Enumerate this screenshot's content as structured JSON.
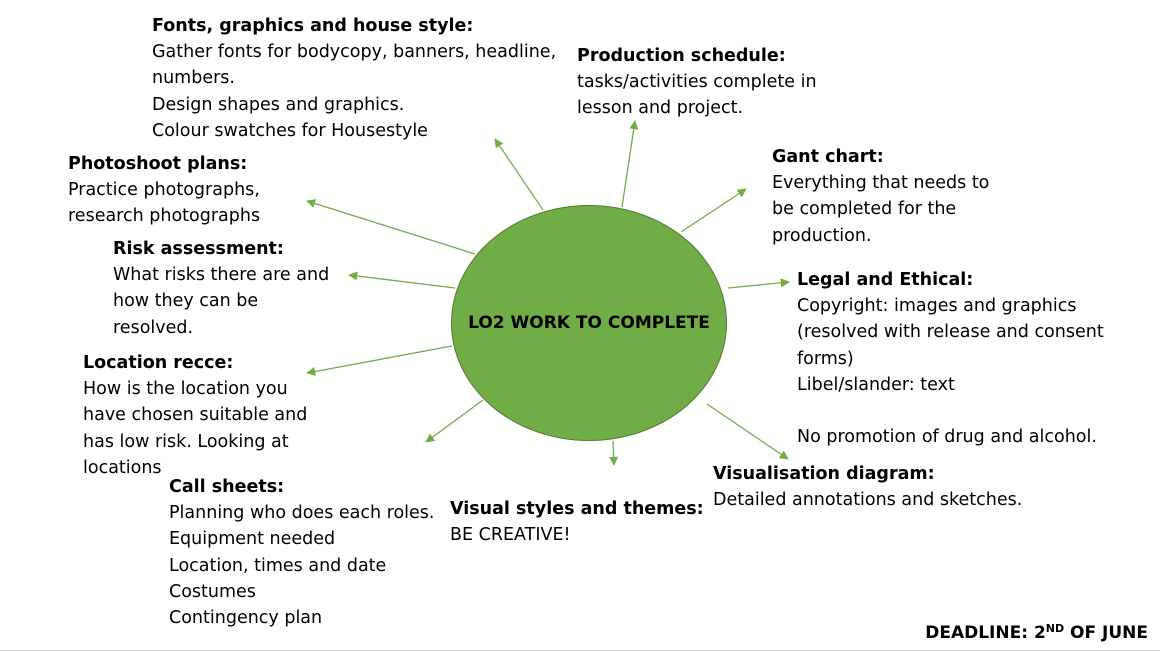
{
  "center": {
    "label": "LO2 WORK TO COMPLETE",
    "fill": "#71ad47"
  },
  "arrow_color": "#71ad47",
  "nodes": {
    "fonts": {
      "heading": "Fonts, graphics and house style:",
      "lines": [
        "Gather fonts for bodycopy, banners, headline,",
        "numbers.",
        "Design shapes and graphics.",
        "Colour swatches for Housestyle"
      ]
    },
    "production": {
      "heading": "Production schedule:",
      "lines": [
        "tasks/activities complete in",
        "lesson and project."
      ]
    },
    "gant": {
      "heading": "Gant chart:",
      "lines": [
        "Everything that needs to",
        "be completed for the",
        "production."
      ]
    },
    "photoshoot": {
      "heading": "Photoshoot plans:",
      "lines": [
        "Practice photographs,",
        "research photographs"
      ]
    },
    "risk": {
      "heading": "Risk assessment:",
      "lines": [
        "What risks there are and",
        "how they can be",
        "resolved."
      ]
    },
    "legal": {
      "heading": "Legal and Ethical:",
      "lines": [
        "Copyright: images and graphics",
        "(resolved with release and consent",
        "forms)",
        "Libel/slander: text",
        "",
        "No promotion of drug and alcohol."
      ]
    },
    "location": {
      "heading": "Location recce:",
      "lines": [
        "How is the location you",
        "have chosen suitable and",
        "has low risk. Looking at",
        "locations"
      ]
    },
    "visualisation": {
      "heading": "Visualisation diagram:",
      "lines": [
        "Detailed annotations and sketches."
      ]
    },
    "callsheets": {
      "heading": "Call sheets:",
      "lines": [
        "Planning who does each roles.",
        "Equipment needed",
        "Location, times and date",
        "Costumes",
        "Contingency plan"
      ]
    },
    "visual_styles": {
      "heading": "Visual styles and themes:",
      "lines": [
        "BE CREATIVE!"
      ]
    }
  },
  "deadline": {
    "prefix": "DEADLINE: 2",
    "sup": "ND",
    "suffix": " OF JUNE"
  }
}
